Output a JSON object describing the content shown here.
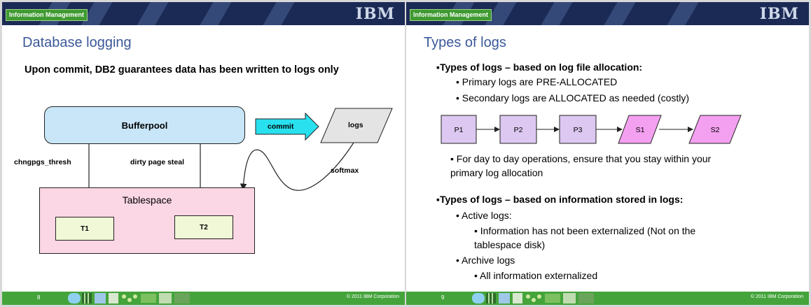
{
  "left": {
    "header_badge": "Information Management",
    "logo": "IBM",
    "title": "Database logging",
    "subheading": "Upon commit, DB2 guarantees data has been written to logs only",
    "bufferpool": "Bufferpool",
    "commit": "commit",
    "logs": "logs",
    "softmax": "softmax",
    "chngpgs": "chngpgs_thresh",
    "dirty": "dirty page steal",
    "tablespace": "Tablespace",
    "t1": "T1",
    "t2": "T2",
    "page_number": "8",
    "copyright": "© 2011  IBM Corporation"
  },
  "right": {
    "header_badge": "Information Management",
    "logo": "IBM",
    "title": "Types of logs",
    "heading1": "Types of logs – based on log file allocation:",
    "primary": "Primary logs are PRE-ALLOCATED",
    "secondary": "Secondary logs are ALLOCATED as needed (costly)",
    "flow": [
      "P1",
      "P2",
      "P3",
      "S1",
      "S2"
    ],
    "advice_line1": "For day to day operations, ensure that you stay within your",
    "advice_line2": "primary log allocation",
    "heading2": "Types of logs – based on information stored in logs:",
    "active": "Active logs:",
    "active_detail_line1": "Information has not been externalized (Not on the",
    "active_detail_line2": "tablespace disk)",
    "archive": "Archive logs",
    "archive_detail": "All information externalized",
    "page_number": "9",
    "copyright": "© 2011  IBM Corporation"
  },
  "colors": {
    "header_bg": "#1b2a55",
    "footer_bg": "#44a43b",
    "title": "#3b5899",
    "bufferpool_fill": "#c8e6f8",
    "tablespace_fill": "#fbd6e4",
    "table_fill": "#f0f8d8",
    "commit_arrow": "#28e0ee",
    "primary_fill": "#dcc8f0",
    "secondary_fill": "#f4a0f0"
  }
}
